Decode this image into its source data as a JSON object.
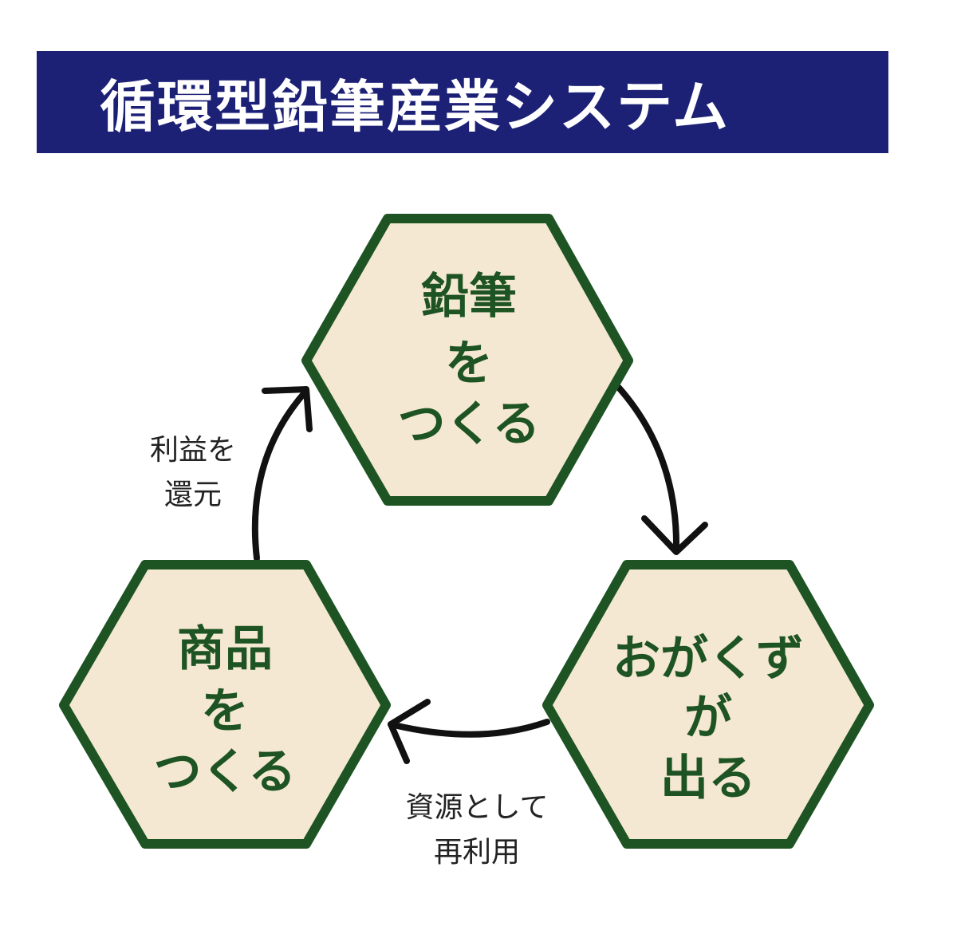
{
  "title": "循環型鉛筆産業システム",
  "colors": {
    "title_background": "#1d2176",
    "title_text": "#ffffff",
    "hex_fill": "#f5e8d3",
    "hex_border": "#1e5423",
    "hex_text": "#1e5423",
    "arrow": "#111111"
  },
  "nodes": {
    "pencil": {
      "lines": [
        "鉛筆",
        "を",
        "つくる"
      ]
    },
    "shavings": {
      "lines": [
        "おがくず",
        "が",
        "出る"
      ]
    },
    "product": {
      "lines": [
        "商品",
        "を",
        "つくる"
      ]
    }
  },
  "arrows": {
    "pencil_to_shavings": {
      "label": []
    },
    "shavings_to_product": {
      "label": [
        "資源として",
        "再利用"
      ]
    },
    "product_to_pencil": {
      "label": [
        "利益を",
        "還元"
      ]
    }
  }
}
